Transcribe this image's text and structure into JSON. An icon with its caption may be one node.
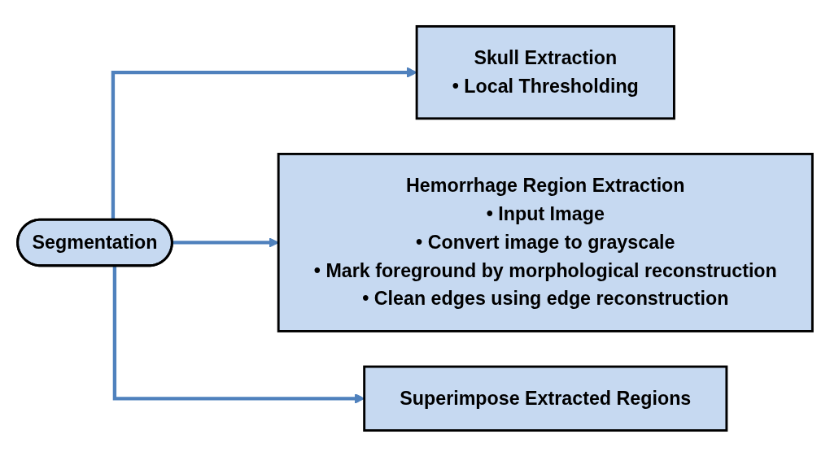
{
  "diagram": {
    "nodes": [
      {
        "text": [
          "Segmentation"
        ]
      },
      {
        "text": [
          "Skull Extraction",
          "• Local Thresholding"
        ]
      },
      {
        "text": [
          "Hemorrhage Region Extraction",
          "• Input Image",
          "• Convert image to grayscale",
          "• Mark foreground by morphological reconstruction",
          "• Clean edges using edge reconstruction"
        ]
      },
      {
        "text": [
          "Superimpose Extracted Regions"
        ]
      }
    ],
    "edges": [
      {
        "from": 0,
        "to": 1,
        "arrow": "to",
        "color": "#4f81bd"
      },
      {
        "from": 0,
        "to": 2,
        "arrow": "to",
        "color": "#4f81bd"
      },
      {
        "from": 0,
        "to": 3,
        "arrow": "to",
        "color": "#4f81bd"
      }
    ]
  }
}
